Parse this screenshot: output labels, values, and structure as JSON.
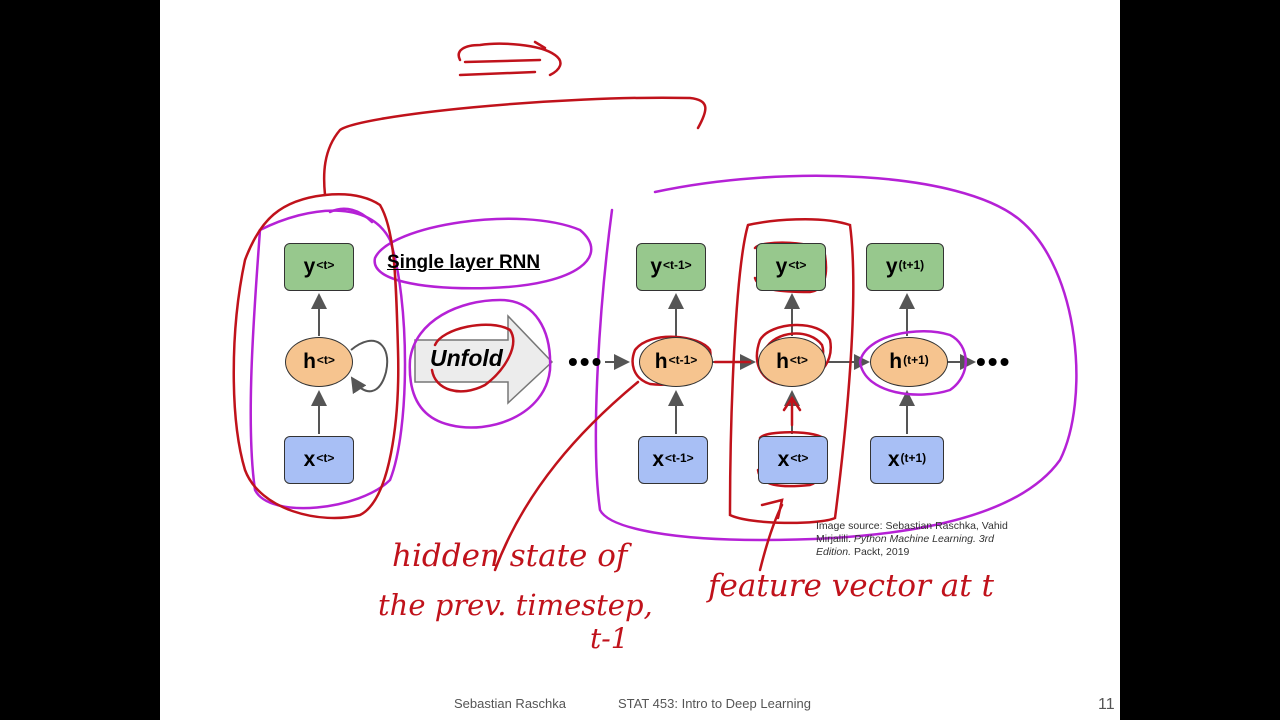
{
  "slide": {
    "labels": {
      "single_layer": "Single layer RNN",
      "unfold": "Unfold",
      "dots": "•••"
    },
    "rolled": {
      "y": "y",
      "y_sup": "<t>",
      "h": "h",
      "h_sup": "<t>",
      "x": "x",
      "x_sup": "<t>"
    },
    "unrolled": [
      {
        "y": "y",
        "y_sup": "<t-1>",
        "h": "h",
        "h_sup": "<t-1>",
        "x": "x",
        "x_sup": "<t-1>"
      },
      {
        "y": "y",
        "y_sup": "<t>",
        "h": "h",
        "h_sup": "<t>",
        "x": "x",
        "x_sup": "<t>"
      },
      {
        "y": "y",
        "y_sup": "(t+1)",
        "h": "h",
        "h_sup": "(t+1)",
        "x": "x",
        "x_sup": "(t+1)"
      }
    ],
    "source": {
      "prefix": "Image source: Sebastian Raschka, Vahid Mirjalili. ",
      "title": "Python Machine Learning. 3rd Edition.",
      "suffix": " Packt, 2019"
    },
    "annotations": {
      "hidden_line1": "hidden state of",
      "hidden_line2": "the prev. timestep,",
      "hidden_line3": "t-1",
      "feature": "feature vector at t"
    },
    "footer": {
      "author": "Sebastian Raschka",
      "course": "STAT 453: Intro to Deep Learning",
      "page": "11"
    }
  },
  "colors": {
    "y_box": "#97c88d",
    "x_box": "#a8bff5",
    "h_node": "#f6c48f",
    "ink_red": "#c0121b",
    "ink_purple": "#b521d6"
  }
}
